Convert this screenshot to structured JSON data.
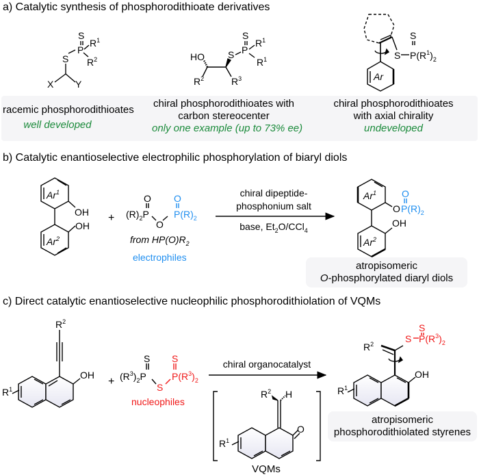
{
  "colors": {
    "green": "#1a8a3a",
    "blue": "#1e8ef0",
    "red": "#f01818",
    "caption_bg": "#f5f5f7"
  },
  "section_a": {
    "heading": "a) Catalytic synthesis of phosphorodithioate derivatives",
    "structures": [
      {
        "labels": {
          "S_top": "S",
          "P": "P",
          "R1": "R",
          "R1_sup": "1",
          "R2": "R",
          "R2_sup": "2",
          "S_link": "S",
          "X": "X",
          "Y": "Y"
        }
      },
      {
        "labels": {
          "HO": "HO",
          "S_link": "S",
          "S_top": "S",
          "P": "P",
          "R1a": "R",
          "R1a_sup": "1",
          "R1b": "R",
          "R1b_sup": "1",
          "R2": "R",
          "R2_sup": "2",
          "R3": "R",
          "R3_sup": "3"
        }
      },
      {
        "labels": {
          "S_link": "S",
          "S_top": "S",
          "P_group": "P(R",
          "P_sup": "1",
          "P_sub": ")",
          "P_sub2": "2",
          "Ar": "Ar"
        }
      }
    ],
    "captions": [
      {
        "title_line1": "racemic phosphorodithioates",
        "title_line2": "",
        "status": "well developed"
      },
      {
        "title_line1": "chiral phosphorodithioates with",
        "title_line2": "carbon stereocenter",
        "status": "only one example (up to 73% ee)"
      },
      {
        "title_line1": "chiral phosphorodithioates",
        "title_line2": "with axial chirality",
        "status": "undeveloped"
      }
    ]
  },
  "section_b": {
    "heading": "b) Catalytic enantioselective electrophilic phosphorylation of biaryl diols",
    "reactant": {
      "ar1": "Ar",
      "ar1_sup": "1",
      "ar2": "Ar",
      "ar2_sup": "2",
      "oh1": "OH",
      "oh2": "OH"
    },
    "plus": "+",
    "electrophile": {
      "left": "(R)",
      "left_sub": "2",
      "P": "P",
      "O_top_left": "O",
      "O_bridge": "O",
      "O_top_right": "O",
      "right": "P(R)",
      "right_sub": "2",
      "source": "from HP(O)R",
      "source_sub": "2",
      "label": "electrophiles"
    },
    "arrow": {
      "above_line1": "chiral dipeptide-",
      "above_line2": "phosphonium salt",
      "below": "base, Et",
      "below_sub1": "2",
      "below_mid": "O/CCl",
      "below_sub2": "4"
    },
    "product": {
      "ar1": "Ar",
      "ar1_sup": "1",
      "ar2": "Ar",
      "ar2_sup": "2",
      "O": "O",
      "O_top": "O",
      "P_group": "P(R)",
      "P_sub": "2",
      "oh": "OH"
    },
    "caption": {
      "line1": "atropisomeric",
      "line2_italic": "O",
      "line2_rest": "-phosphorylated diaryl diols"
    }
  },
  "section_c": {
    "heading": "c) Direct catalytic enantioselective nucleophilic phosphorodithiolation of VQMs",
    "reactant": {
      "R2": "R",
      "R2_sup": "2",
      "R1": "R",
      "R1_sup": "1",
      "oh": "OH"
    },
    "plus": "+",
    "nucleophile": {
      "left": "(R",
      "left_sup": "3",
      "left_close": ")",
      "left_sub": "2",
      "P": "P",
      "S_top_left": "S",
      "S_bridge": "S",
      "S_top_right": "S",
      "right": "P(R",
      "right_sup": "3",
      "right_close": ")",
      "right_sub": "2",
      "label": "nucleophiles"
    },
    "arrow": {
      "above": "chiral organocatalyst"
    },
    "intermediate": {
      "R2": "R",
      "R2_sup": "2",
      "H": "H",
      "R1": "R",
      "R1_sup": "1",
      "O": "O",
      "label": "VQMs"
    },
    "product": {
      "R2": "R",
      "R2_sup": "2",
      "S": "S",
      "S_top": "S",
      "P_group": "P(R",
      "P_sup": "3",
      "P_close": ")",
      "P_sub": "2",
      "R1": "R",
      "R1_sup": "1",
      "oh": "OH"
    },
    "caption": {
      "line1": "atropisomeric",
      "line2": "phosphorodithiolated styrenes"
    }
  }
}
